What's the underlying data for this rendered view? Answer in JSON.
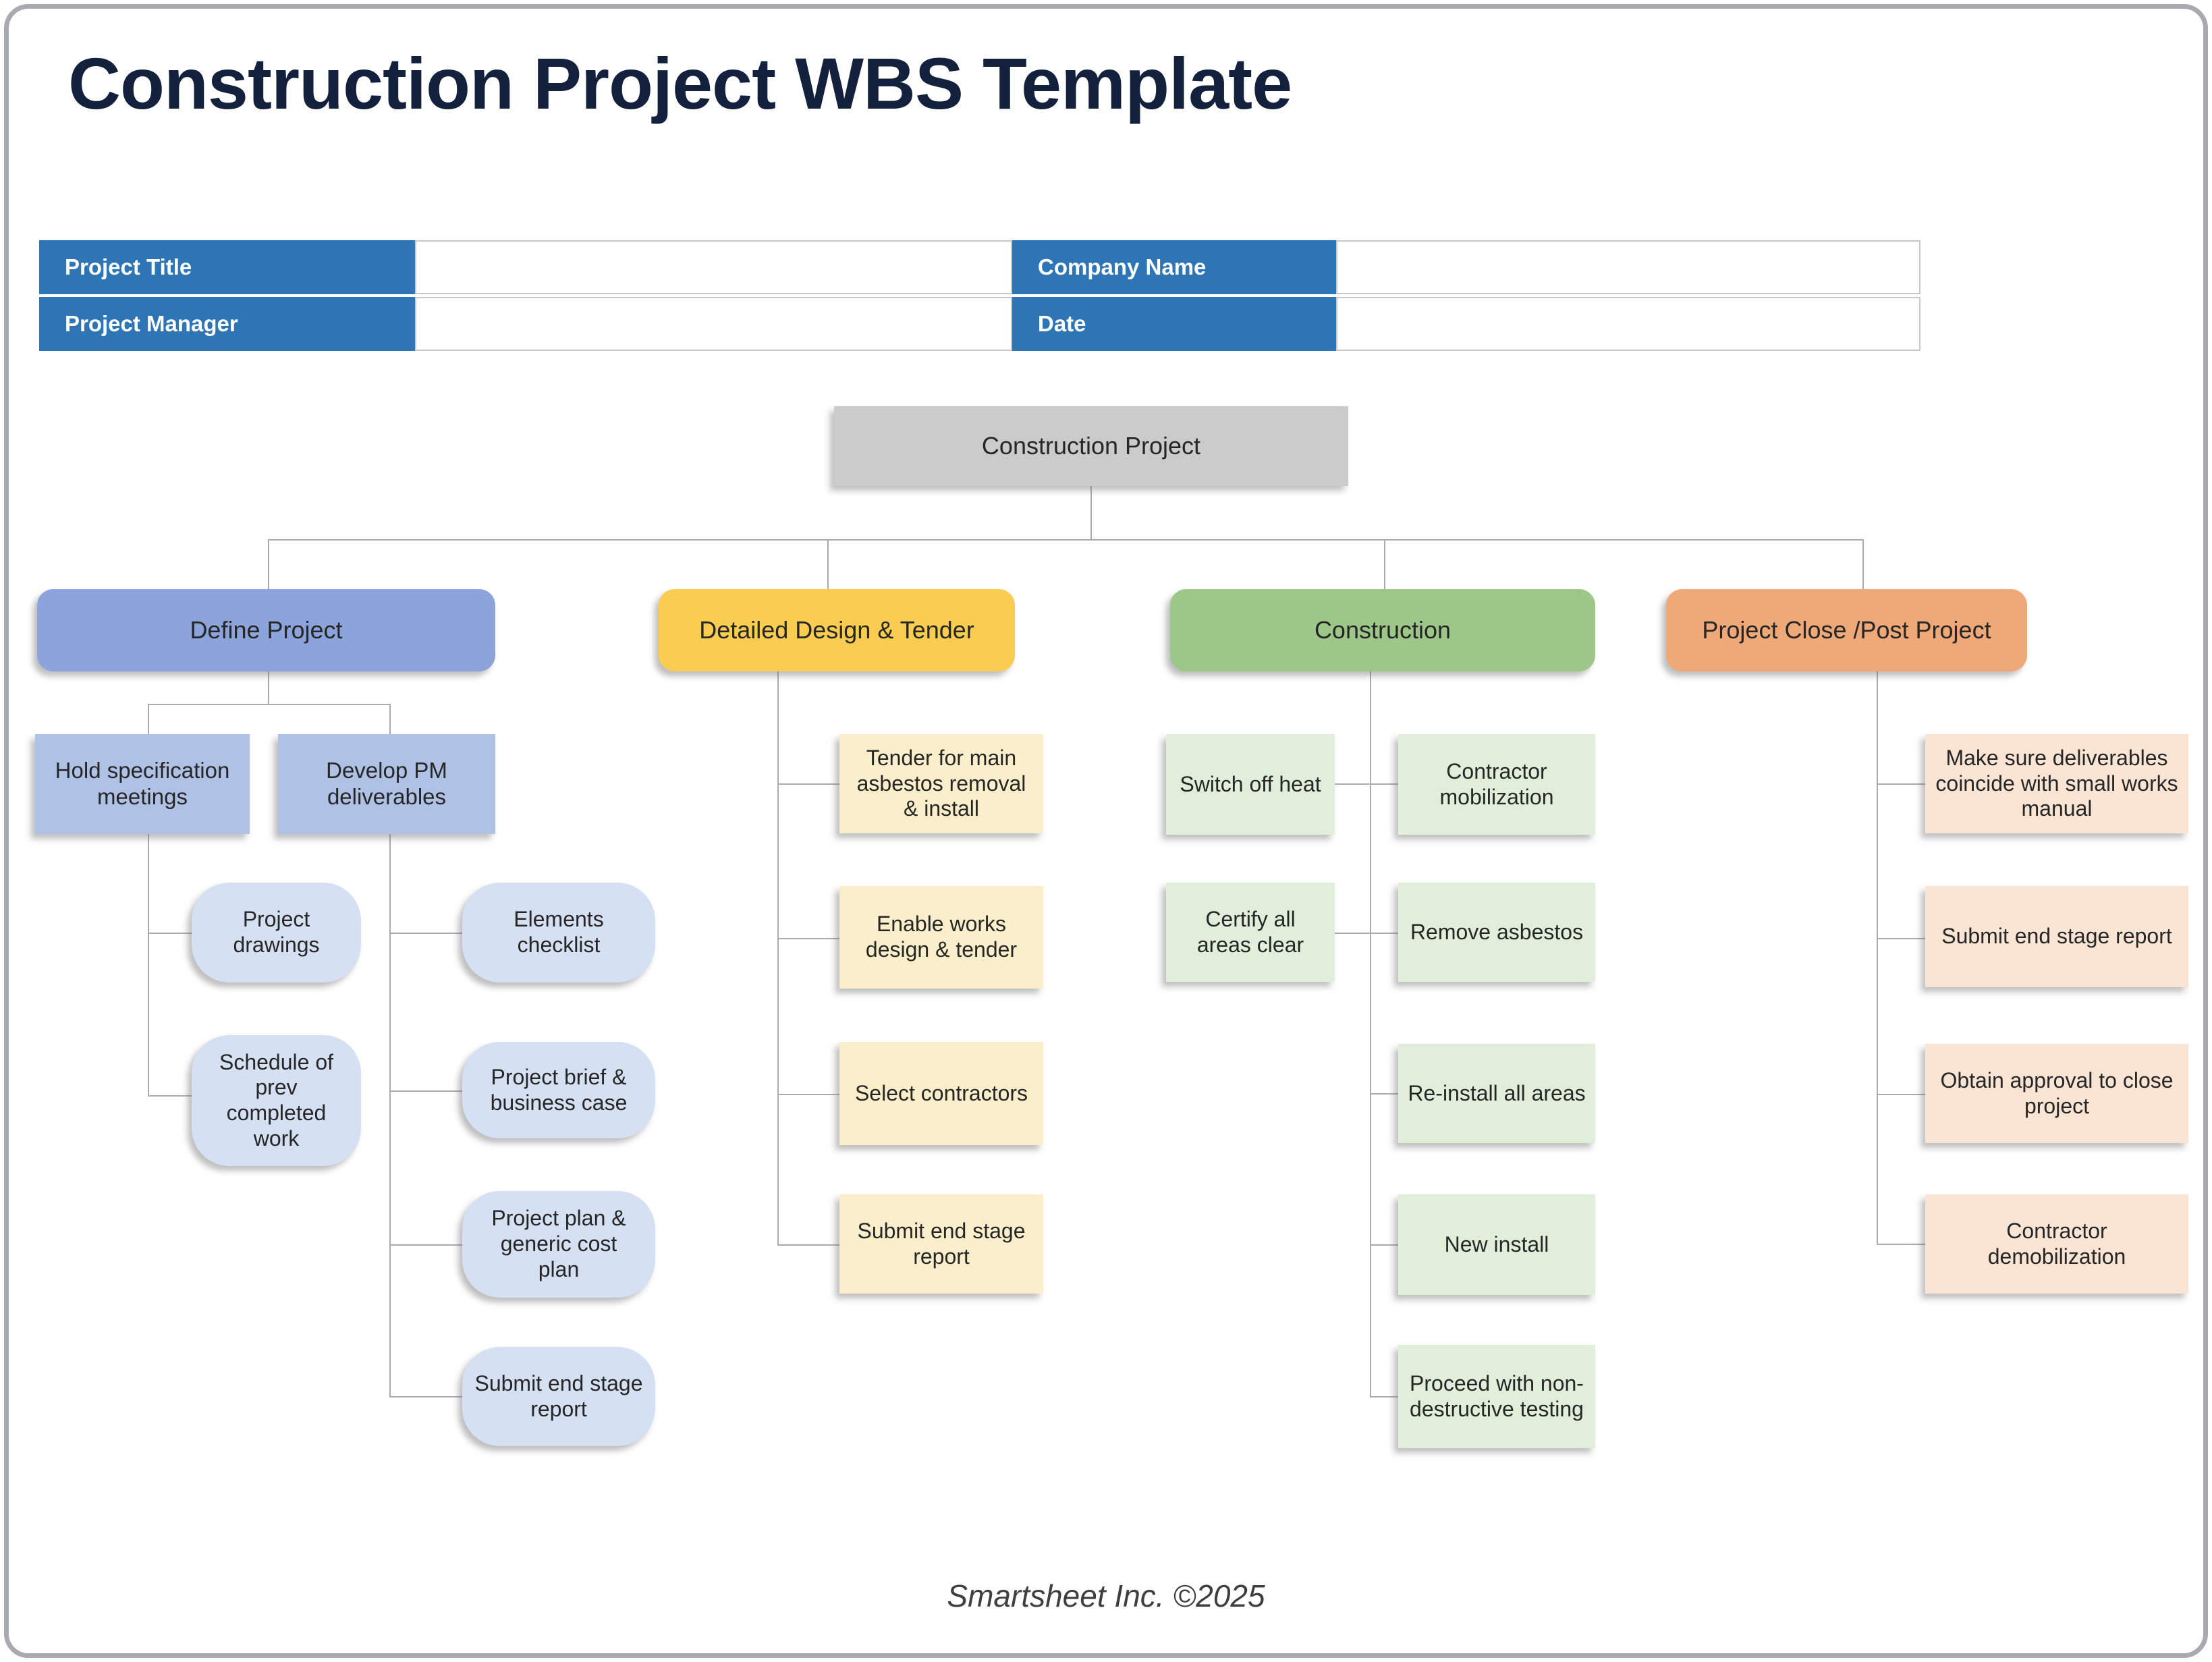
{
  "page": {
    "title": "Construction Project WBS Template",
    "footer": "Smartsheet Inc. ©2025"
  },
  "form": {
    "project_title": {
      "label": "Project Title",
      "value": ""
    },
    "project_manager": {
      "label": "Project Manager",
      "value": ""
    },
    "company_name": {
      "label": "Company Name",
      "value": ""
    },
    "date": {
      "label": "Date",
      "value": ""
    }
  },
  "tree": {
    "root": {
      "label": "Construction Project"
    },
    "define": {
      "label": "Define Project",
      "hold": {
        "label": "Hold specification meetings",
        "children": [
          {
            "label": "Project drawings"
          },
          {
            "label": "Schedule of prev completed work"
          }
        ]
      },
      "develop": {
        "label": "Develop PM deliverables",
        "children": [
          {
            "label": "Elements checklist"
          },
          {
            "label": "Project brief & business case"
          },
          {
            "label": "Project plan & generic cost plan"
          },
          {
            "label": "Submit end stage report"
          }
        ]
      }
    },
    "design": {
      "label": "Detailed Design & Tender",
      "children": [
        {
          "label": "Tender for main asbestos removal & install"
        },
        {
          "label": "Enable works design & tender"
        },
        {
          "label": "Select contractors"
        },
        {
          "label": "Submit end stage report"
        }
      ]
    },
    "construction": {
      "label": "Construction",
      "left_children": [
        {
          "label": "Switch off heat"
        },
        {
          "label": "Certify all areas clear"
        }
      ],
      "right_children": [
        {
          "label": "Contractor mobilization"
        },
        {
          "label": "Remove asbestos"
        },
        {
          "label": "Re-install all areas"
        },
        {
          "label": "New install"
        },
        {
          "label": "Proceed with non-destructive testing"
        }
      ]
    },
    "close": {
      "label": "Project Close /Post Project",
      "children": [
        {
          "label": "Make sure deliverables coincide with small works manual"
        },
        {
          "label": "Submit end stage report"
        },
        {
          "label": "Obtain approval to close project"
        },
        {
          "label": "Contractor demobilization"
        }
      ]
    }
  },
  "colors": {
    "title_navy": "#14213D",
    "table_blue": "#2E75B6",
    "root_gray": "#CBCBCB",
    "define_blue": "#8CA4DB",
    "define_child_blue": "#AFC2E6",
    "define_leaf_blue": "#D6E0F3",
    "design_yellow": "#FACD52",
    "design_leaf_yellow": "#FBEECB",
    "construction_green": "#9CC789",
    "construction_leaf_green": "#E0EEDA",
    "close_orange": "#EFA878",
    "close_leaf_orange": "#FAE4D4",
    "connector_gray": "#ABABAB"
  }
}
